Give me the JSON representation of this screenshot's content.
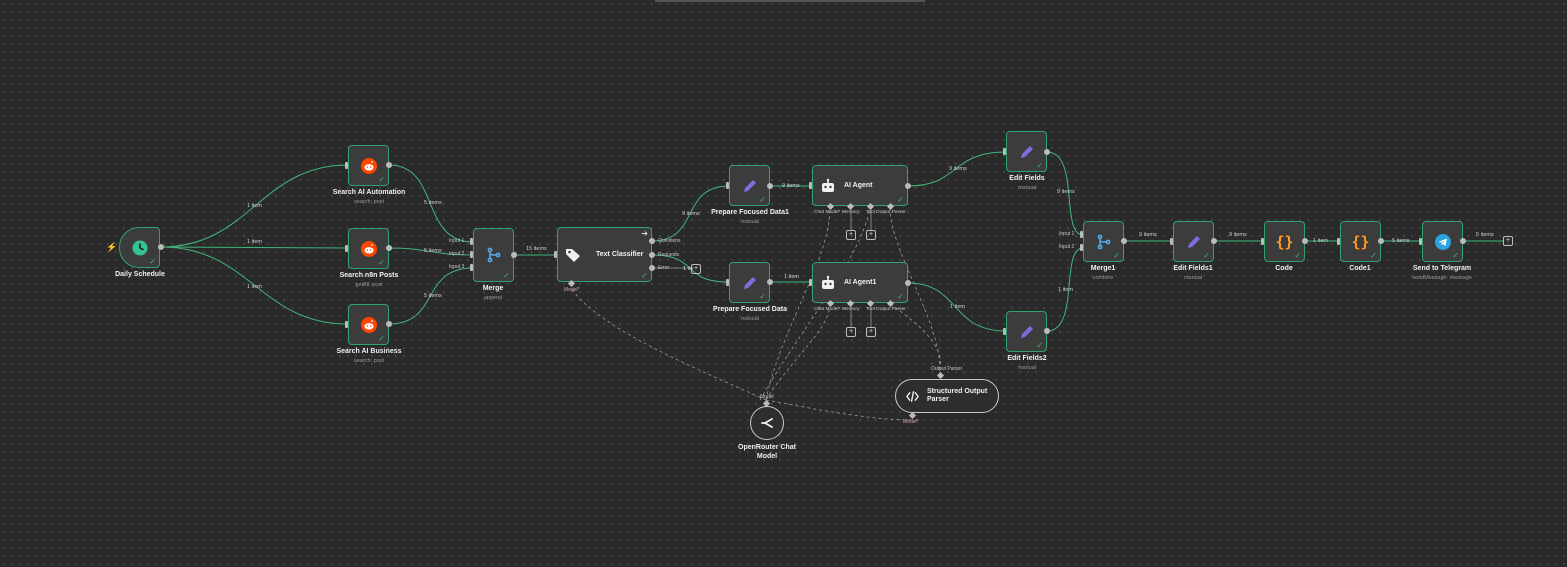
{
  "nodes": {
    "daily_schedule": {
      "title": "Daily Schedule"
    },
    "search_ai_automation": {
      "title": "Search AI Automation",
      "sub": "search: post"
    },
    "search_n8n_posts": {
      "title": "Search n8n Posts",
      "sub": "getAll: post"
    },
    "search_ai_business": {
      "title": "Search AI Business",
      "sub": "search: post"
    },
    "merge": {
      "title": "Merge",
      "sub": "append",
      "inputs": [
        "Input 1",
        "Input 2",
        "Input 3"
      ]
    },
    "text_classifier": {
      "title": "Text Classifier",
      "outputs": [
        "Questions",
        "Requests",
        "Error"
      ],
      "model_port": "Model*"
    },
    "prepare_focused_data1": {
      "title": "Prepare Focused Data1",
      "sub": "manual"
    },
    "prepare_focused_data": {
      "title": "Prepare Focused Data",
      "sub": "manual"
    },
    "ai_agent": {
      "title": "AI Agent",
      "ports": [
        "Chat Model*",
        "Memory",
        "Tool",
        "Output Parser"
      ]
    },
    "ai_agent1": {
      "title": "AI Agent1",
      "ports": [
        "Chat Model*",
        "Memory",
        "Tool",
        "Output Parser"
      ]
    },
    "edit_fields": {
      "title": "Edit Fields",
      "sub": "manual"
    },
    "edit_fields2": {
      "title": "Edit Fields2",
      "sub": "manual"
    },
    "merge1": {
      "title": "Merge1",
      "sub": "combine",
      "inputs": [
        "Input 1",
        "Input 2"
      ]
    },
    "edit_fields1": {
      "title": "Edit Fields1",
      "sub": "manual"
    },
    "code": {
      "title": "Code"
    },
    "code1": {
      "title": "Code1"
    },
    "send_to_telegram": {
      "title": "Send to Telegram",
      "sub": "sendMessage: message"
    },
    "openrouter": {
      "title_line1": "OpenRouter Chat",
      "title_line2": "Model",
      "port": "Model"
    },
    "structured_output_parser": {
      "title_line1": "Structured Output",
      "title_line2": "Parser",
      "port_top": "Output Parser",
      "port_bottom": "Model*"
    }
  },
  "edge_labels": {
    "ds_to_sa": "1 item",
    "ds_to_sn": "1 item",
    "ds_to_sb": "1 item",
    "sa_to_merge": "5 items",
    "sn_to_merge": "5 items",
    "sb_to_merge": "5 items",
    "merge_to_tc": "15 items",
    "q_to_pfd1": "9 items",
    "err_short": "1 ite",
    "pfd1_to_agent": "9 items",
    "pfd_to_agent1": "1 item",
    "agent_to_ef": "9 items",
    "ef_to_merge1": "9 items",
    "agent1_to_ef2": "1 item",
    "ef2_to_merge1": "1 item",
    "merge1_to_ef1": "9 items",
    "ef1_to_code": "9 items",
    "code_to_code1": "1 item",
    "code1_to_tg": "5 items",
    "tg_out": "5 items"
  },
  "icons": {
    "schedule": "clock-icon",
    "reddit": "reddit-icon",
    "merge": "merge-icon",
    "classifier": "tag-icon",
    "edit": "pencil-icon",
    "agent": "robot-icon",
    "code": "braces-icon",
    "telegram": "telegram-icon",
    "openrouter": "openrouter-icon",
    "parser": "code-brackets-icon"
  },
  "colors": {
    "background": "#2a2a2a",
    "node_fill": "#3c3c3c",
    "success_border": "#2fa36b",
    "wire_green": "#3fb67a",
    "reddit": "#ff4500",
    "edit": "#7b6fe0",
    "code": "#ff9b26",
    "telegram": "#2aa3de",
    "schedule": "#35c491"
  }
}
